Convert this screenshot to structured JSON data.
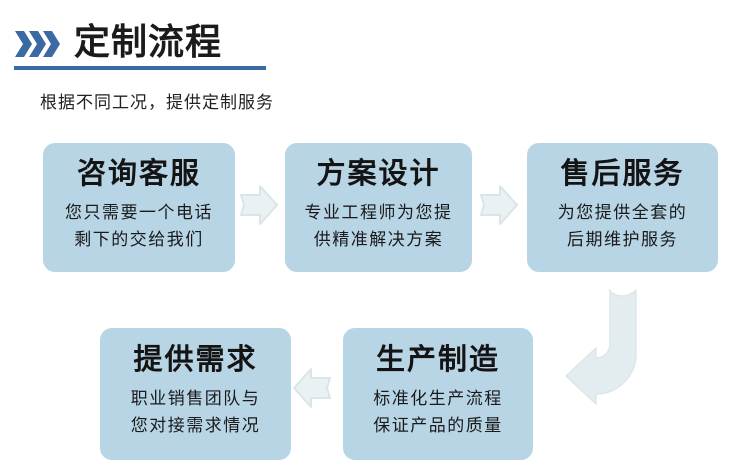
{
  "header": {
    "icon": "triple-chevron-right-icon",
    "title": "定制流程",
    "subtitle": "根据不同工况，提供定制服务",
    "accent_color": "#3a69a4"
  },
  "theme": {
    "box_fill": "#b8d5e6",
    "arrow_fill": "#e2ecef",
    "arrow_stroke": "#d2e0e6",
    "title_color": "#141414",
    "body_color": "#1a1a1a",
    "page_background": "#ffffff"
  },
  "flow": {
    "steps": [
      {
        "index": 1,
        "title": "咨询客服",
        "lines": [
          "您只需要一个电话",
          "剩下的交给我们"
        ]
      },
      {
        "index": 2,
        "title": "方案设计",
        "lines": [
          "专业工程师为您提",
          "供精准解决方案"
        ]
      },
      {
        "index": 3,
        "title": "售后服务",
        "lines": [
          "为您提供全套的",
          "后期维护服务"
        ]
      },
      {
        "index": 4,
        "title": "提供需求",
        "lines": [
          "职业销售团队与",
          "您对接需求情况"
        ]
      },
      {
        "index": 5,
        "title": "生产制造",
        "lines": [
          "标准化生产流程",
          "保证产品的质量"
        ]
      }
    ],
    "connectors": [
      {
        "name": "arrow-right-step1-to-step2",
        "direction": "right"
      },
      {
        "name": "arrow-right-step2-to-step3",
        "direction": "right"
      },
      {
        "name": "arrow-curved-step3-to-step5",
        "direction": "down-left"
      },
      {
        "name": "arrow-left-step5-to-step4",
        "direction": "left"
      }
    ]
  }
}
